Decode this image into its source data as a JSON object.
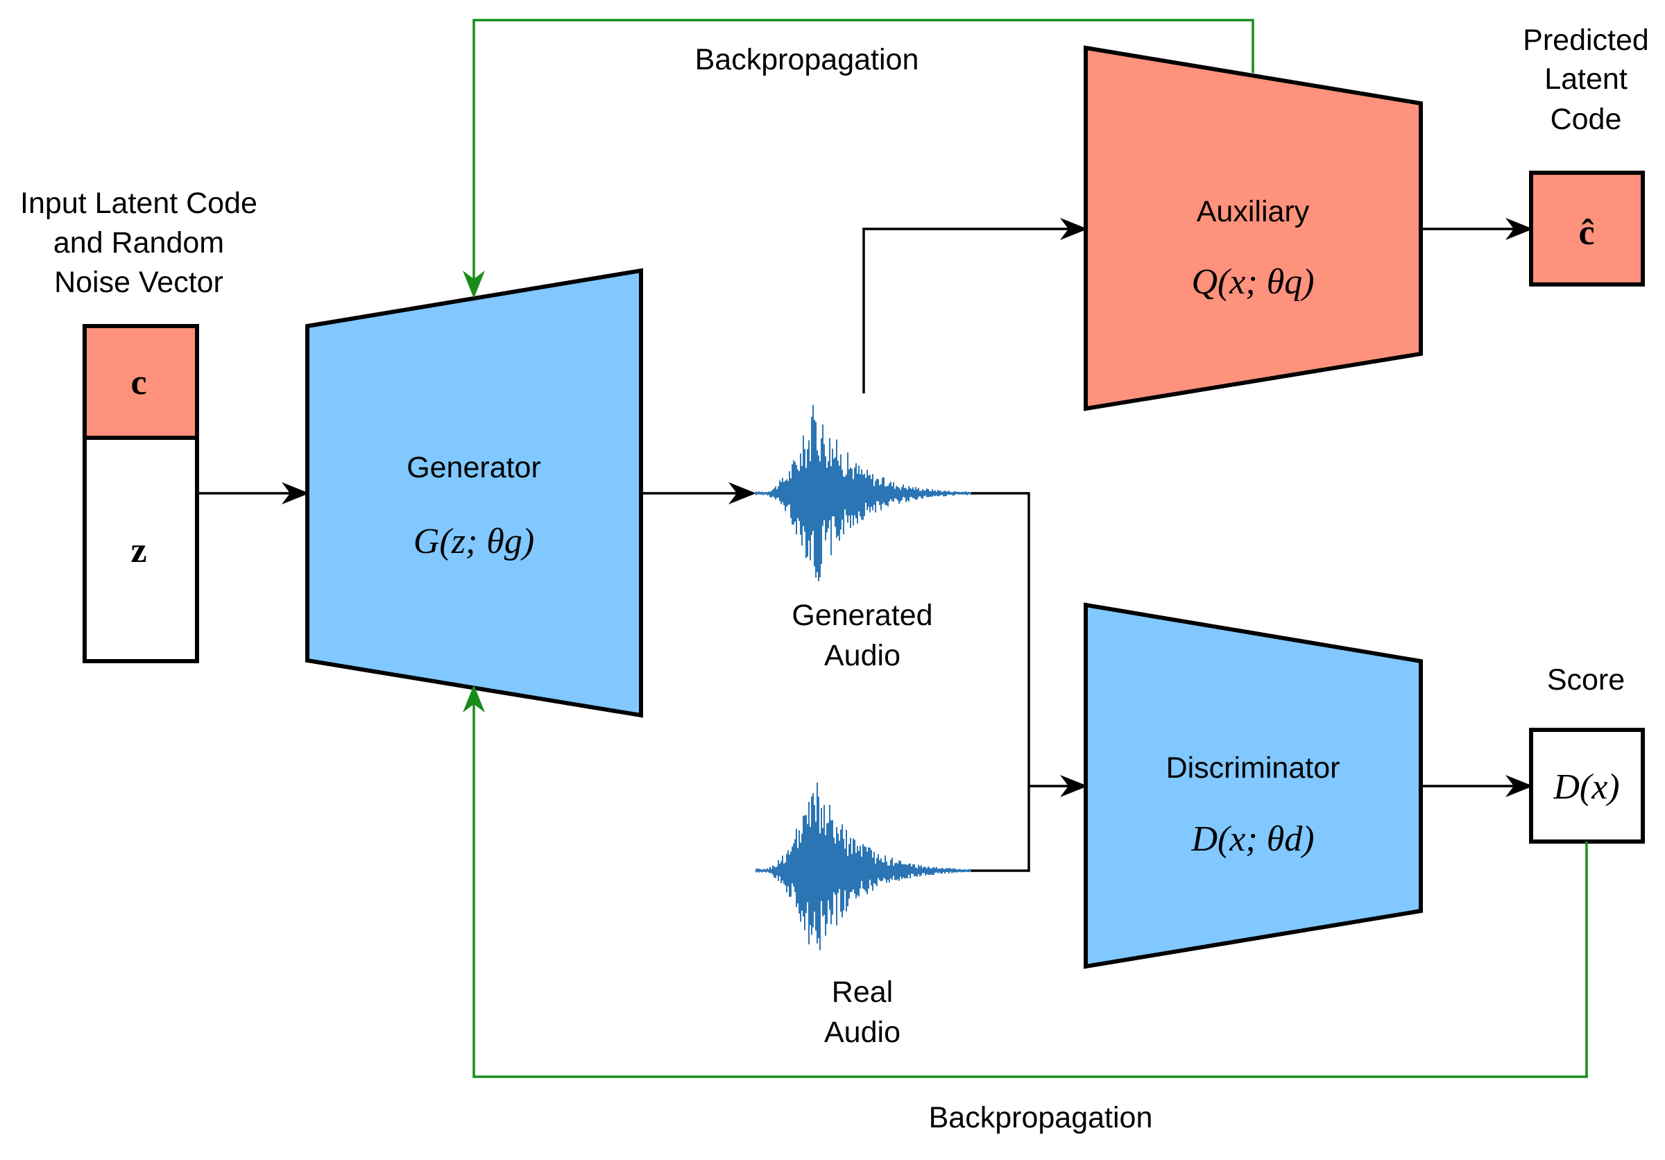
{
  "colors": {
    "blue_block": "#80c8ff",
    "salmon_block": "#ff927c",
    "backprop_green": "#1a8c1a",
    "waveform": "#2b75b4"
  },
  "input": {
    "title_lines": [
      "Input Latent Code",
      "and Random",
      "Noise Vector"
    ],
    "c_label": "c",
    "z_label": "z"
  },
  "generator": {
    "name": "Generator",
    "formula": "G(z; θg)"
  },
  "auxiliary": {
    "name": "Auxiliary",
    "formula": "Q(x; θq)"
  },
  "discriminator": {
    "name": "Discriminator",
    "formula": "D(x; θd)"
  },
  "generated_audio": {
    "lines": [
      "Generated",
      "Audio"
    ]
  },
  "real_audio": {
    "lines": [
      "Real",
      "Audio"
    ]
  },
  "predicted": {
    "title_lines": [
      "Predicted",
      "Latent",
      "Code"
    ],
    "value": "ĉ"
  },
  "score": {
    "title": "Score",
    "value": "D(x)"
  },
  "backprop": {
    "top_label": "Backpropagation",
    "bottom_label": "Backpropagation"
  }
}
